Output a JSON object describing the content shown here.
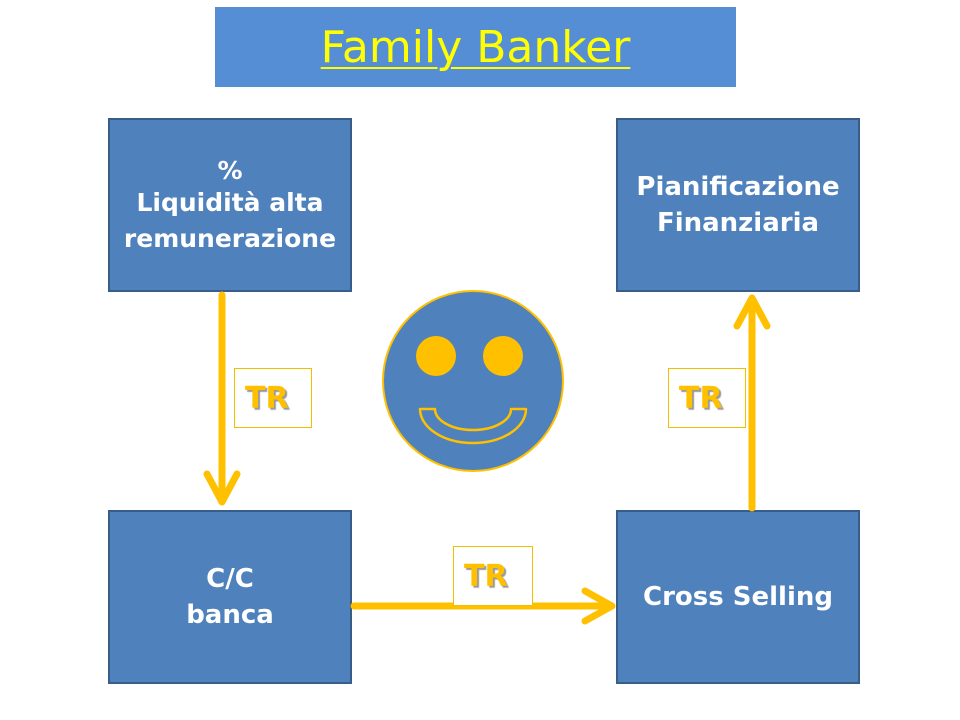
{
  "title": "Family Banker",
  "boxes": {
    "top_left": {
      "line1": "%",
      "line2": "Liquidità alta",
      "line3": "remunerazione"
    },
    "top_right": {
      "line1": "Pianificazione",
      "line2": "Finanziaria"
    },
    "bottom_left": {
      "line1": "C/C",
      "line2": "banca"
    },
    "bottom_right": {
      "line1": "Cross Selling"
    }
  },
  "labels": {
    "left": "TR",
    "right": "TR",
    "bottom": "TR"
  },
  "colors": {
    "title_bg": "#558ed5",
    "title_text": "#ffff00",
    "box_fill": "#4f81bd",
    "box_border": "#385d8a",
    "arrow": "#ffc000",
    "smiley_fill": "#4f81bd",
    "smiley_features": "#ffc000"
  },
  "icons": {
    "center": "smiley-face-icon"
  }
}
